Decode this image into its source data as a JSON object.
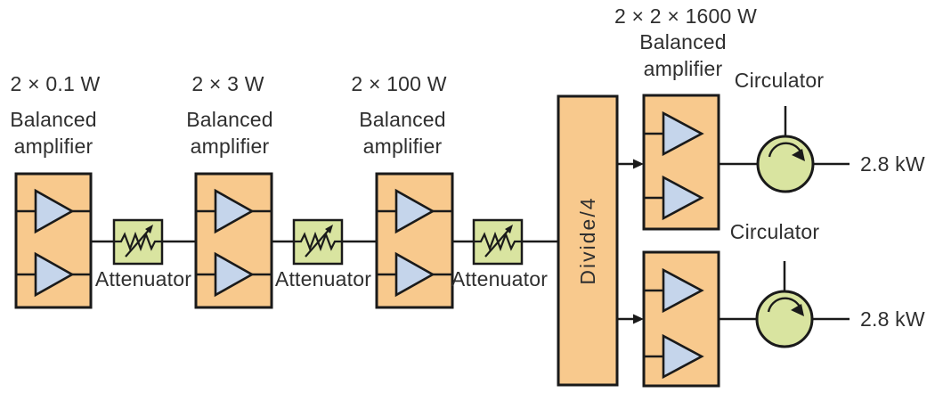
{
  "stages": [
    {
      "power": "2 × 0.1 W",
      "type_line1": "Balanced",
      "type_line2": "amplifier"
    },
    {
      "power": "2 × 3 W",
      "type_line1": "Balanced",
      "type_line2": "amplifier"
    },
    {
      "power": "2 × 100 W",
      "type_line1": "Balanced",
      "type_line2": "amplifier"
    },
    {
      "power": "2 × 2 × 1600 W",
      "type_line1": "Balanced",
      "type_line2": "amplifier"
    }
  ],
  "attenuators": [
    {
      "label": "Attenuator"
    },
    {
      "label": "Attenuator"
    },
    {
      "label": "Attenuator"
    }
  ],
  "divider": {
    "label": "Divide/4"
  },
  "circulators": [
    {
      "label": "Circulator"
    },
    {
      "label": "Circulator"
    }
  ],
  "outputs": [
    {
      "label": "2.8 kW"
    },
    {
      "label": "2.8 kW"
    }
  ],
  "colors": {
    "amplifier_fill": "#f8c98d",
    "triangle_fill": "#c5d5eb",
    "attenuator_fill": "#d9e4a0",
    "circulator_fill": "#d9e4a0",
    "outline": "#1a1a1a",
    "label_text": "#2f2f2f"
  }
}
